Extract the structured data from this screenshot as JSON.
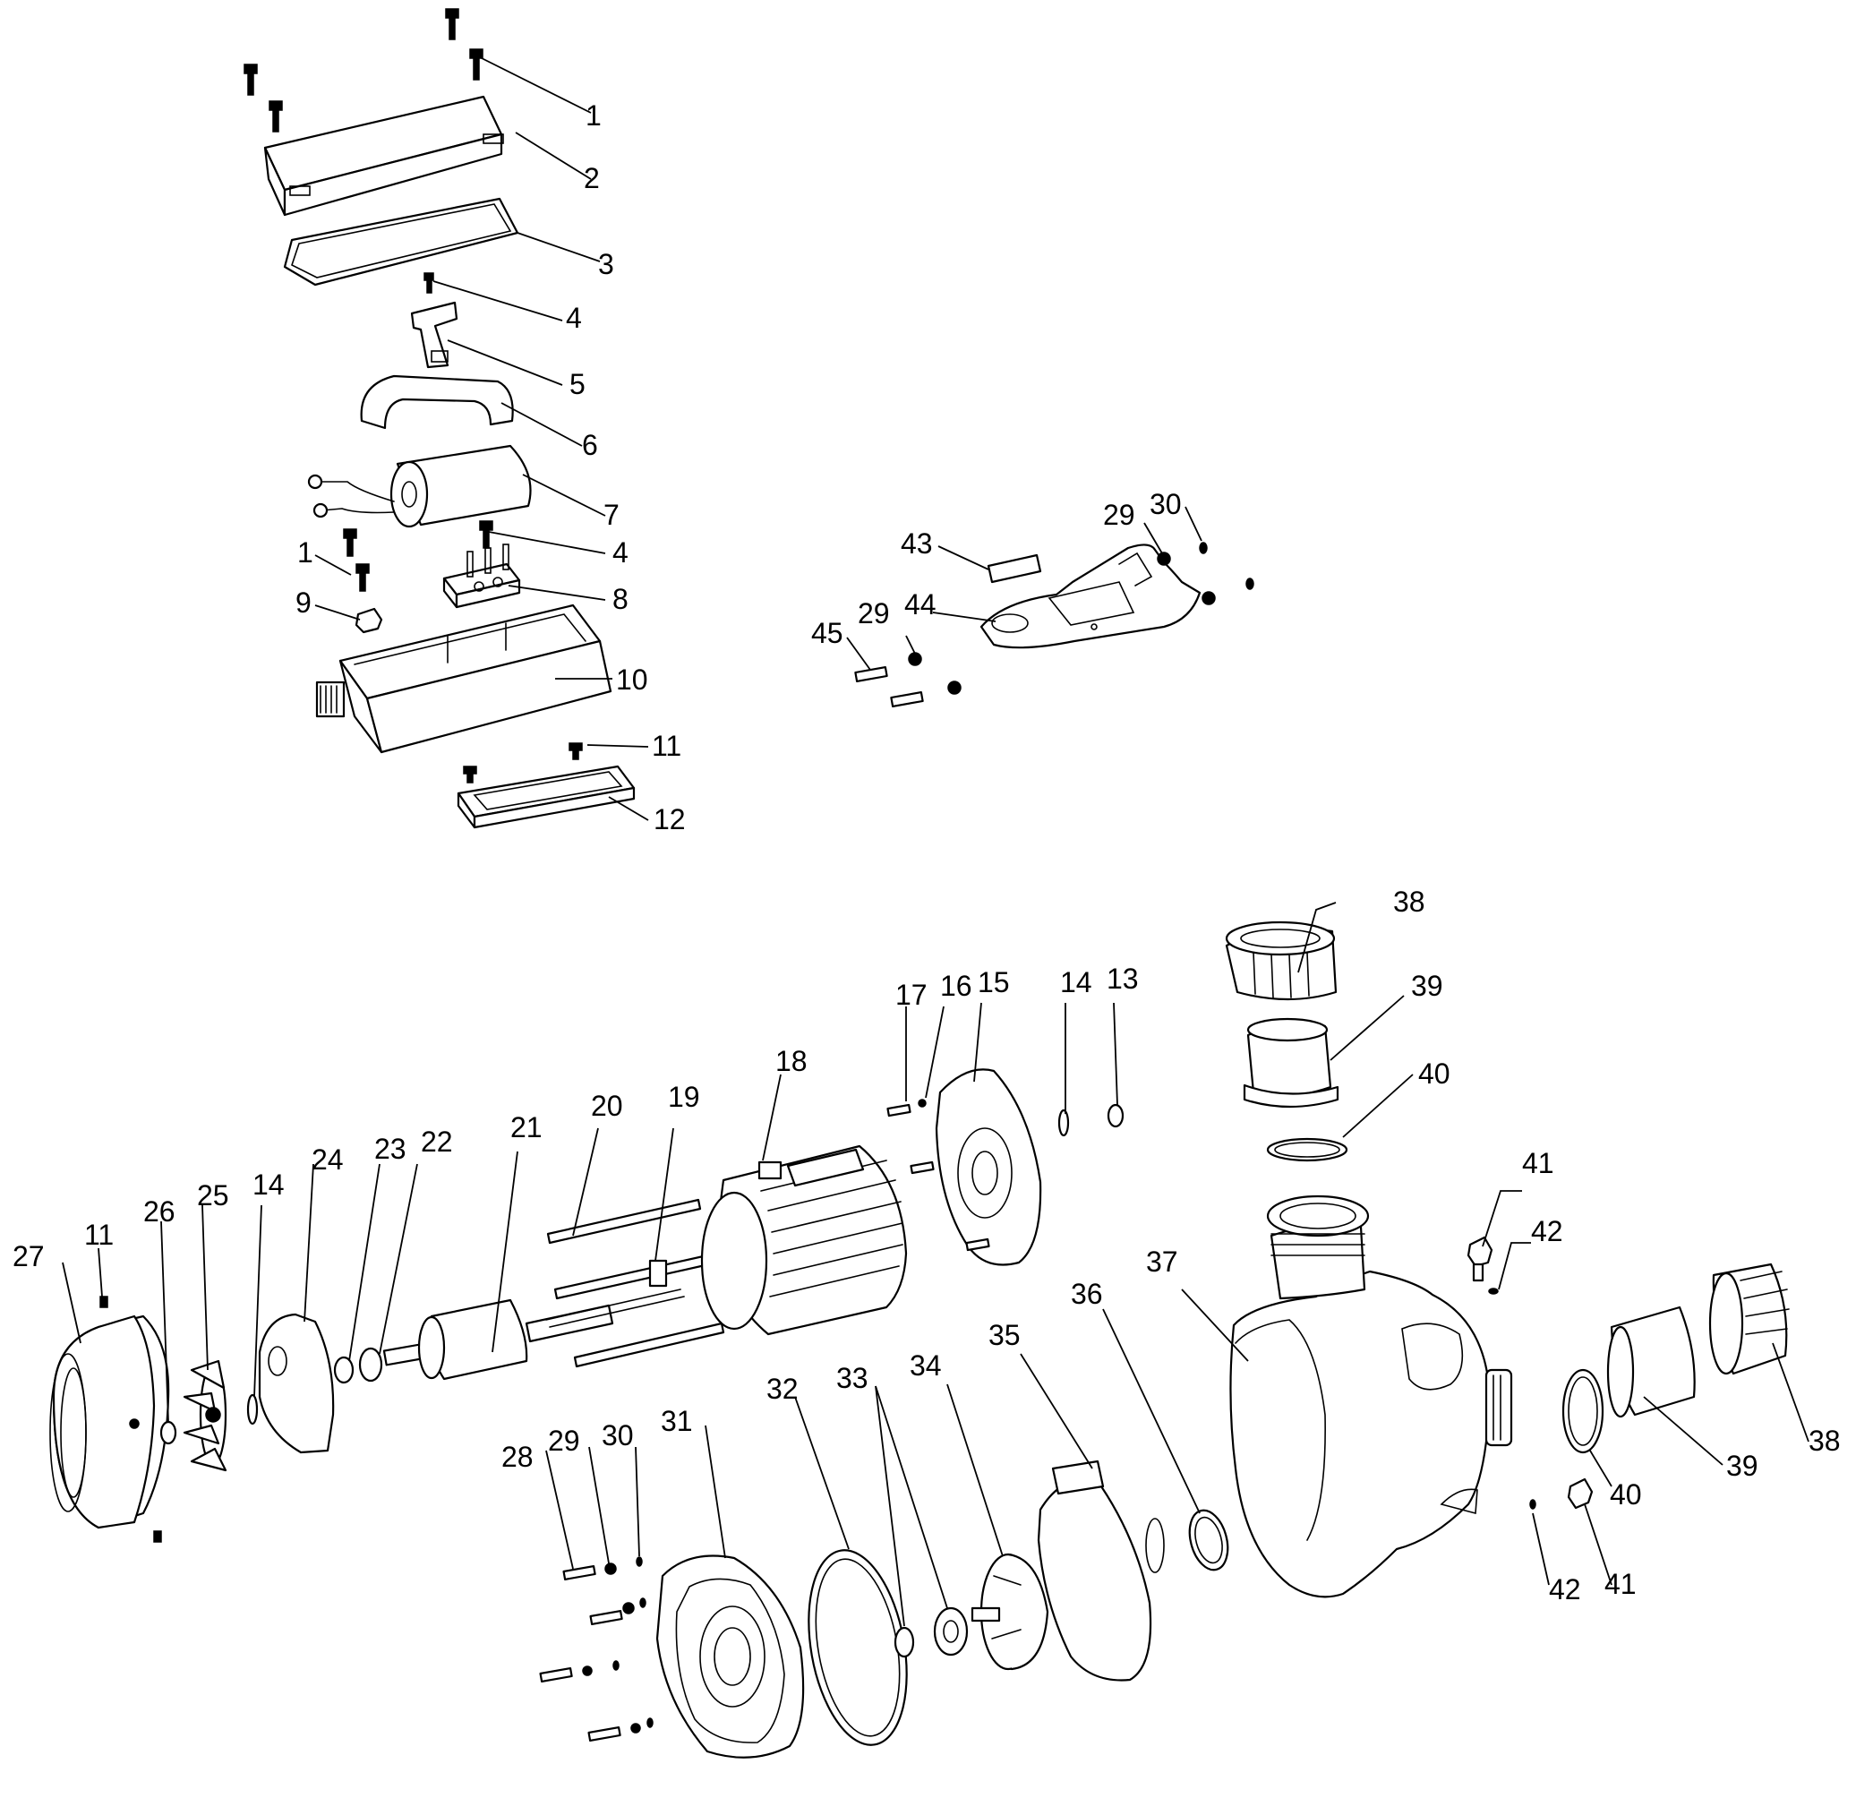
{
  "labels": {
    "l1a": "1",
    "l2": "2",
    "l3": "3",
    "l4a": "4",
    "l5": "5",
    "l6": "6",
    "l7": "7",
    "l1b": "1",
    "l4b": "4",
    "l8": "8",
    "l9": "9",
    "l10": "10",
    "l11a": "11",
    "l12": "12",
    "l43": "43",
    "l29a": "29",
    "l30a": "30",
    "l44": "44",
    "l45": "45",
    "l29b": "29",
    "l38a": "38",
    "l39a": "39",
    "l40a": "40",
    "l41a": "41",
    "l42a": "42",
    "l17": "17",
    "l16": "16",
    "l15": "15",
    "l14a": "14",
    "l13": "13",
    "l18": "18",
    "l20": "20",
    "l19": "19",
    "l21": "21",
    "l22": "22",
    "l23": "23",
    "l24": "24",
    "l14b": "14",
    "l25": "25",
    "l26": "26",
    "l11b": "11",
    "l27": "27",
    "l28": "28",
    "l29c": "29",
    "l30b": "30",
    "l31": "31",
    "l32": "32",
    "l33": "33",
    "l34": "34",
    "l35": "35",
    "l36": "36",
    "l37": "37",
    "l40b": "40",
    "l39b": "39",
    "l38b": "38",
    "l42b": "42",
    "l41b": "41"
  }
}
